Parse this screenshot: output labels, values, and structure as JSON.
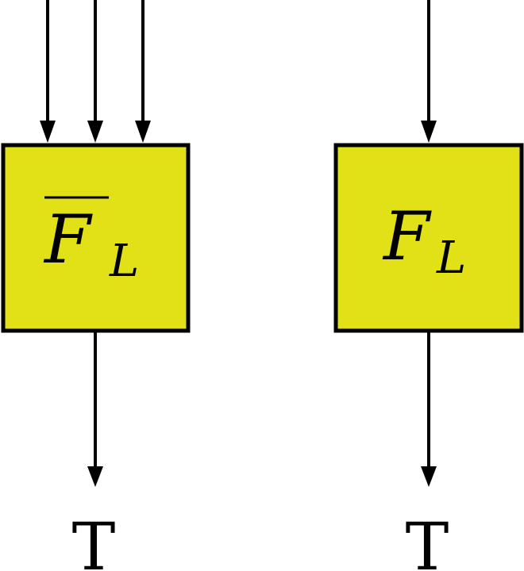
{
  "colors": {
    "box_fill": "#e2e017",
    "stroke": "#000000",
    "background": "#ffffff"
  },
  "left_block": {
    "symbol": "F",
    "subscript": "L",
    "overline": true,
    "input_count": 3,
    "output_label": "T"
  },
  "right_block": {
    "symbol": "F",
    "subscript": "L",
    "overline": false,
    "input_count": 1,
    "output_label": "T"
  }
}
